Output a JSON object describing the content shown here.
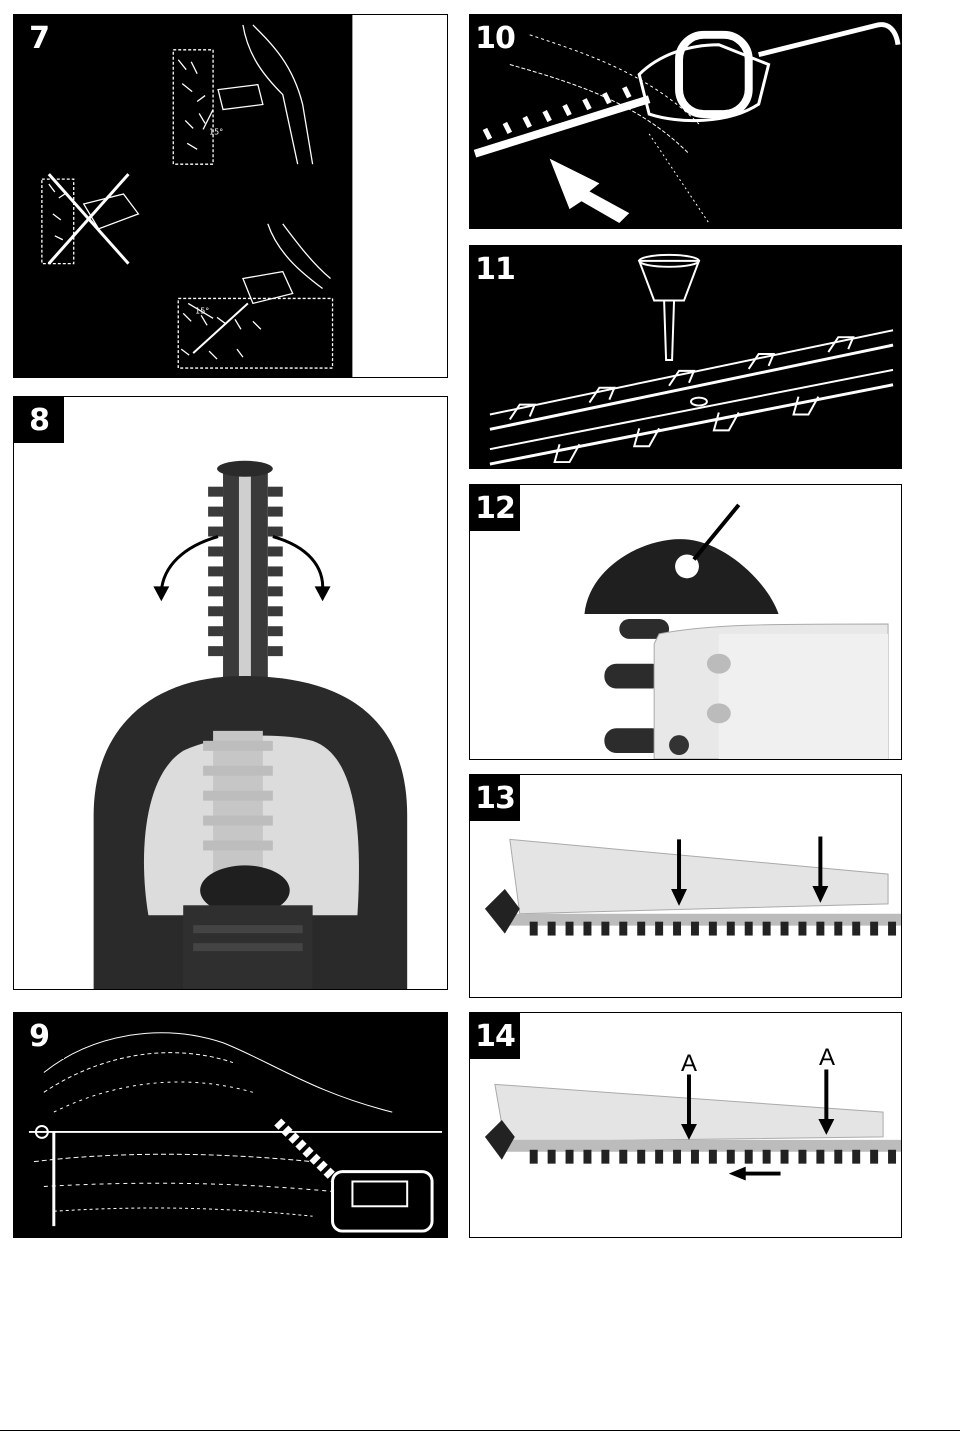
{
  "figures": {
    "f7": {
      "number": "7"
    },
    "f8": {
      "number": "8"
    },
    "f9": {
      "number": "9"
    },
    "f10": {
      "number": "10"
    },
    "f11": {
      "number": "11"
    },
    "f12": {
      "number": "12"
    },
    "f13": {
      "number": "13"
    },
    "f14": {
      "number": "14",
      "label_left": "A",
      "label_right": "A"
    }
  },
  "colors": {
    "ink": "#000000",
    "paper": "#ffffff",
    "plastic": "#cfcfcf",
    "handle": "#2a2a2a"
  }
}
